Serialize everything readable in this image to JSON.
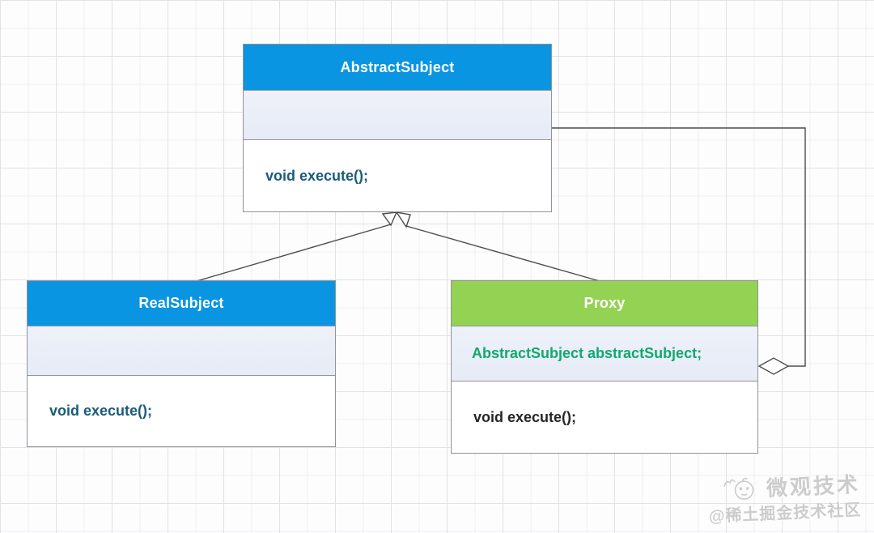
{
  "classes": [
    {
      "name": "AbstractSubject",
      "header_color": "#0995e2",
      "fields": [],
      "methods": [
        "void execute();"
      ],
      "method_text_color": "#1a5c7a"
    },
    {
      "name": "RealSubject",
      "header_color": "#0995e2",
      "fields": [],
      "methods": [
        "void execute();"
      ],
      "method_text_color": "#1a5c7a"
    },
    {
      "name": "Proxy",
      "header_color": "#94d254",
      "fields": [
        "AbstractSubject abstractSubject;"
      ],
      "field_text_color": "#10a96e",
      "methods": [
        "void execute();"
      ],
      "method_text_color": "#262626"
    }
  ],
  "relations": [
    {
      "type": "inheritance",
      "from": "RealSubject",
      "to": "AbstractSubject"
    },
    {
      "type": "inheritance",
      "from": "Proxy",
      "to": "AbstractSubject"
    },
    {
      "type": "aggregation",
      "from": "Proxy",
      "to": "AbstractSubject"
    }
  ],
  "colors": {
    "connector": "#4d4d4d",
    "attr_section_bg": "#e9edf7",
    "grid_line": "#e9e9ec"
  },
  "watermark": {
    "brand": "微观技术",
    "community": "@稀土掘金技术社区"
  }
}
